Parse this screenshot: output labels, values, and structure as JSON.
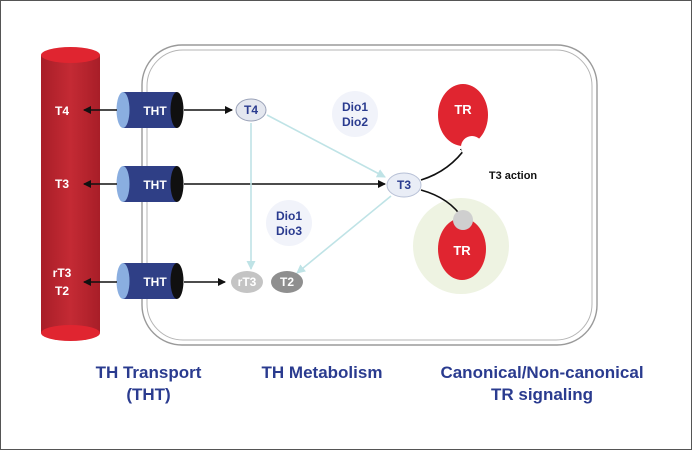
{
  "blood_vessel": {
    "labels": {
      "t4": "T4",
      "t3": "T3",
      "rt3": "rT3",
      "t2": "T2"
    }
  },
  "transporters": [
    {
      "label": "THT"
    },
    {
      "label": "THT"
    },
    {
      "label": "THT"
    }
  ],
  "hormones": {
    "t4": "T4",
    "t3": "T3",
    "rt3": "rT3",
    "t2": "T2"
  },
  "enzymes": {
    "upper_line1": "Dio1",
    "upper_line2": "Dio2",
    "lower_line1": "Dio1",
    "lower_line2": "Dio3"
  },
  "receptors": {
    "top": "TR",
    "bottom": "TR",
    "action_label": "T3 action"
  },
  "captions": {
    "transport_line1": "TH Transport",
    "transport_line2": "(THT)",
    "metabolism": "TH Metabolism",
    "signaling_line1": "Canonical/Non-canonical",
    "signaling_line2": "TR signaling"
  },
  "colors": {
    "vessel": "#b8242f",
    "vessel_top": "#e02530",
    "transporter": "#2f3f86",
    "receptor": "#e02530",
    "caption": "#2a3b8f",
    "metabolism_arrow": "#bfe3e6",
    "nucleus_halo": "#eef3e2"
  }
}
